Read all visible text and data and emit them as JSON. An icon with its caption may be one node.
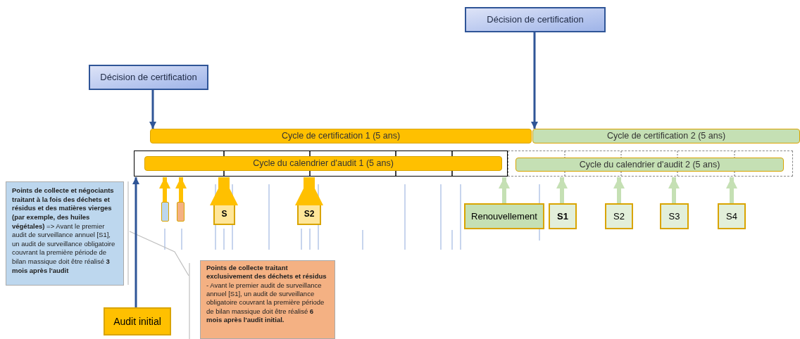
{
  "diagram": {
    "nodes": [
      {
        "text": [
          "Décision de certification"
        ]
      },
      {
        "text": [
          "Décision de certification"
        ]
      },
      {
        "text": [
          "Cycle de certification 1 (5 ans)"
        ]
      },
      {
        "text": [
          "Cycle de certification 2 (5 ans)"
        ]
      },
      {
        "text": [],
        "shape": "box"
      },
      {
        "text": [
          "Cycle du calendrier d'audit 1 (5 ans)"
        ],
        "in": 4
      },
      {
        "text": [],
        "shape": "box"
      },
      {
        "text": [
          "Cycle du calendrier d'audit 2 (5 ans)"
        ],
        "in": 6
      },
      {
        "text": [],
        "shape": "bar"
      },
      {
        "text": [],
        "shape": "bar"
      },
      {
        "text": [
          "S"
        ]
      },
      {
        "text": [
          "S2"
        ]
      },
      {
        "text": [
          "Renouvellement"
        ]
      },
      {
        "text": [
          "S1"
        ]
      },
      {
        "text": [
          "S2"
        ]
      },
      {
        "text": [
          "S3"
        ]
      },
      {
        "text": [
          "S4"
        ]
      },
      {
        "text": [
          "Audit initial"
        ]
      },
      {
        "text": [
          "**Points de collecte et négociants traitant à la fois des déchets et résidus et des matières vierges (par exemple, des huiles végétales)** => Avant le premier audit de surveillance annuel [S1], un audit de surveillance obligatoire couvrant la première période de bilan massique doit être réalisé **3 mois après l'audit**"
        ]
      },
      {
        "text": [
          "Points de collecte traitant exclusivement des déchets et résidus",
          "- Avant le premier audit de surveillance annuel [S1], un audit de surveillance obligatoire couvrant la première période de bilan massique doit être réalisé **6 mois après l'audit initial.**"
        ]
      }
    ],
    "edges": [
      {
        "from": 0,
        "to": 2,
        "arrow": "to",
        "color": "#2f5597"
      },
      {
        "from": 1,
        "to": 3,
        "arrow": "to",
        "color": "#2f5597"
      },
      {
        "from": 8,
        "to": 4,
        "arrow": "to",
        "color": "#ffc000"
      },
      {
        "from": 9,
        "to": 4,
        "arrow": "to",
        "color": "#ffc000"
      },
      {
        "from": 10,
        "to": 4,
        "arrow": "to",
        "style": "thick",
        "color": "#ffc000"
      },
      {
        "from": 11,
        "to": 4,
        "arrow": "to",
        "style": "thick",
        "color": "#ffc000"
      },
      {
        "from": 12,
        "to": 4,
        "arrow": "to"
      },
      {
        "from": 13,
        "to": 6,
        "arrow": "to"
      },
      {
        "from": 14,
        "to": 6,
        "arrow": "to"
      },
      {
        "from": 15,
        "to": 6,
        "arrow": "to"
      },
      {
        "from": 16,
        "to": 6,
        "arrow": "to"
      },
      {
        "from": 17,
        "to": 4,
        "arrow": "to",
        "color": "#2f5597"
      }
    ]
  }
}
